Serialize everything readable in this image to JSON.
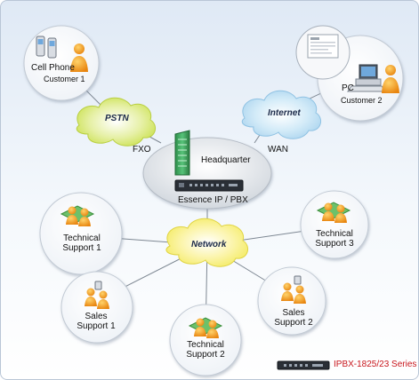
{
  "clouds": {
    "pstn": "PSTN",
    "internet": "Internet",
    "network": "Network"
  },
  "links": {
    "fxo": "FXO",
    "wan": "WAN"
  },
  "headquarter": {
    "label": "Headquarter",
    "device": "Essence IP / PBX"
  },
  "customer1": {
    "device": "Cell Phone",
    "name": "Customer 1"
  },
  "customer2": {
    "device": "PC",
    "name": "Customer 2"
  },
  "nodes": {
    "ts1": [
      "Technical",
      "Support 1"
    ],
    "ts2": [
      "Technical",
      "Support 2"
    ],
    "ts3": [
      "Technical",
      "Support 3"
    ],
    "ss1": [
      "Sales",
      "Support 1"
    ],
    "ss2": [
      "Sales",
      "Support 2"
    ]
  },
  "legend": {
    "series": "IPBX-1825/23 Series"
  },
  "colors": {
    "pstn_cloud": "#c9e04a",
    "internet_cloud": "#a9d3ee",
    "network_cloud": "#f3ea5c",
    "person": "#f39c12",
    "building": "#3aa35a",
    "series_text": "#c8161d"
  },
  "icons": {
    "person": "person-icon",
    "cell_phone": "cell-phone-icon",
    "pc": "pc-icon",
    "building": "building-icon",
    "pbx": "pbx-device-icon",
    "group": "group-icon"
  }
}
